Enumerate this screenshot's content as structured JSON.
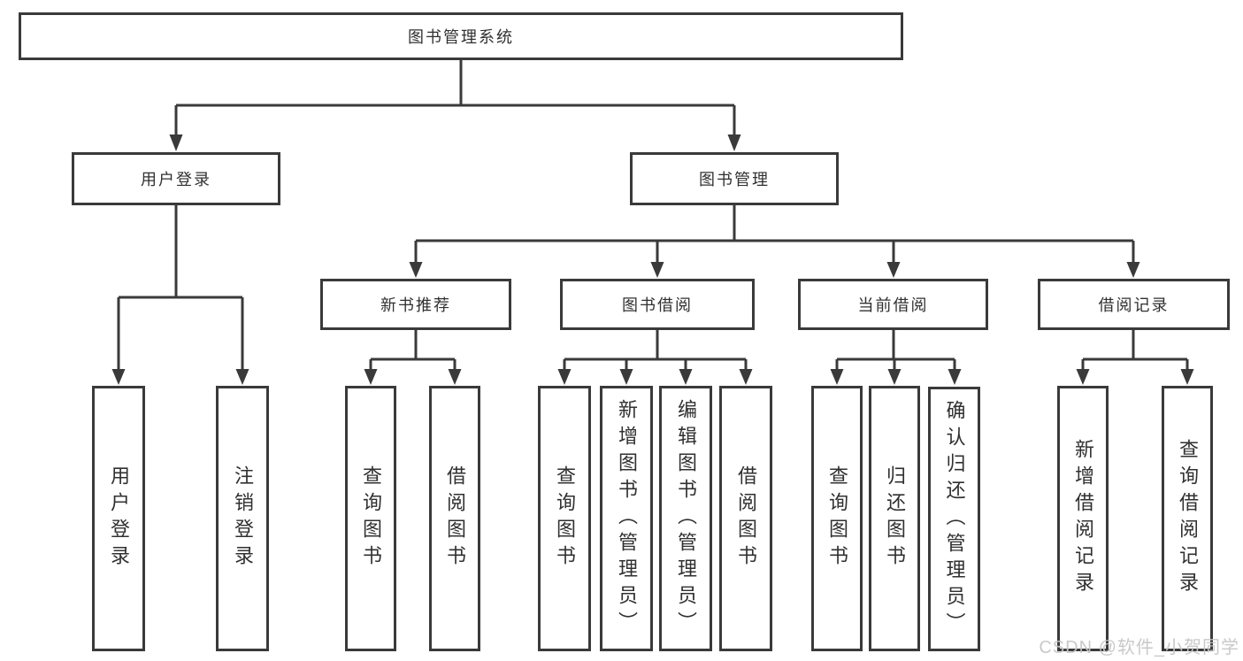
{
  "colors": {
    "line": "#3a3a3a",
    "box_border": "#3a3a3a",
    "text": "#303030",
    "background": "#ffffff",
    "watermark": "#c6c6c6"
  },
  "diagram": {
    "root": {
      "label": "图书管理系统"
    },
    "login": {
      "label": "用户登录",
      "children": [
        {
          "label": "用户登录"
        },
        {
          "label": "注销登录"
        }
      ]
    },
    "mgmt": {
      "label": "图书管理",
      "sections": [
        {
          "label": "新书推荐",
          "children": [
            {
              "label": "查询图书"
            },
            {
              "label": "借阅图书"
            }
          ]
        },
        {
          "label": "图书借阅",
          "children": [
            {
              "label": "查询图书"
            },
            {
              "label": "新增图书（管理员）"
            },
            {
              "label": "编辑图书（管理员）"
            },
            {
              "label": "借阅图书"
            }
          ]
        },
        {
          "label": "当前借阅",
          "children": [
            {
              "label": "查询图书"
            },
            {
              "label": "归还图书"
            },
            {
              "label": "确认归还（管理员）"
            }
          ]
        },
        {
          "label": "借阅记录",
          "children": [
            {
              "label": "新增借阅记录"
            },
            {
              "label": "查询借阅记录"
            }
          ]
        }
      ]
    }
  },
  "watermark": {
    "text": "CSDN @软件_小贺同学"
  }
}
